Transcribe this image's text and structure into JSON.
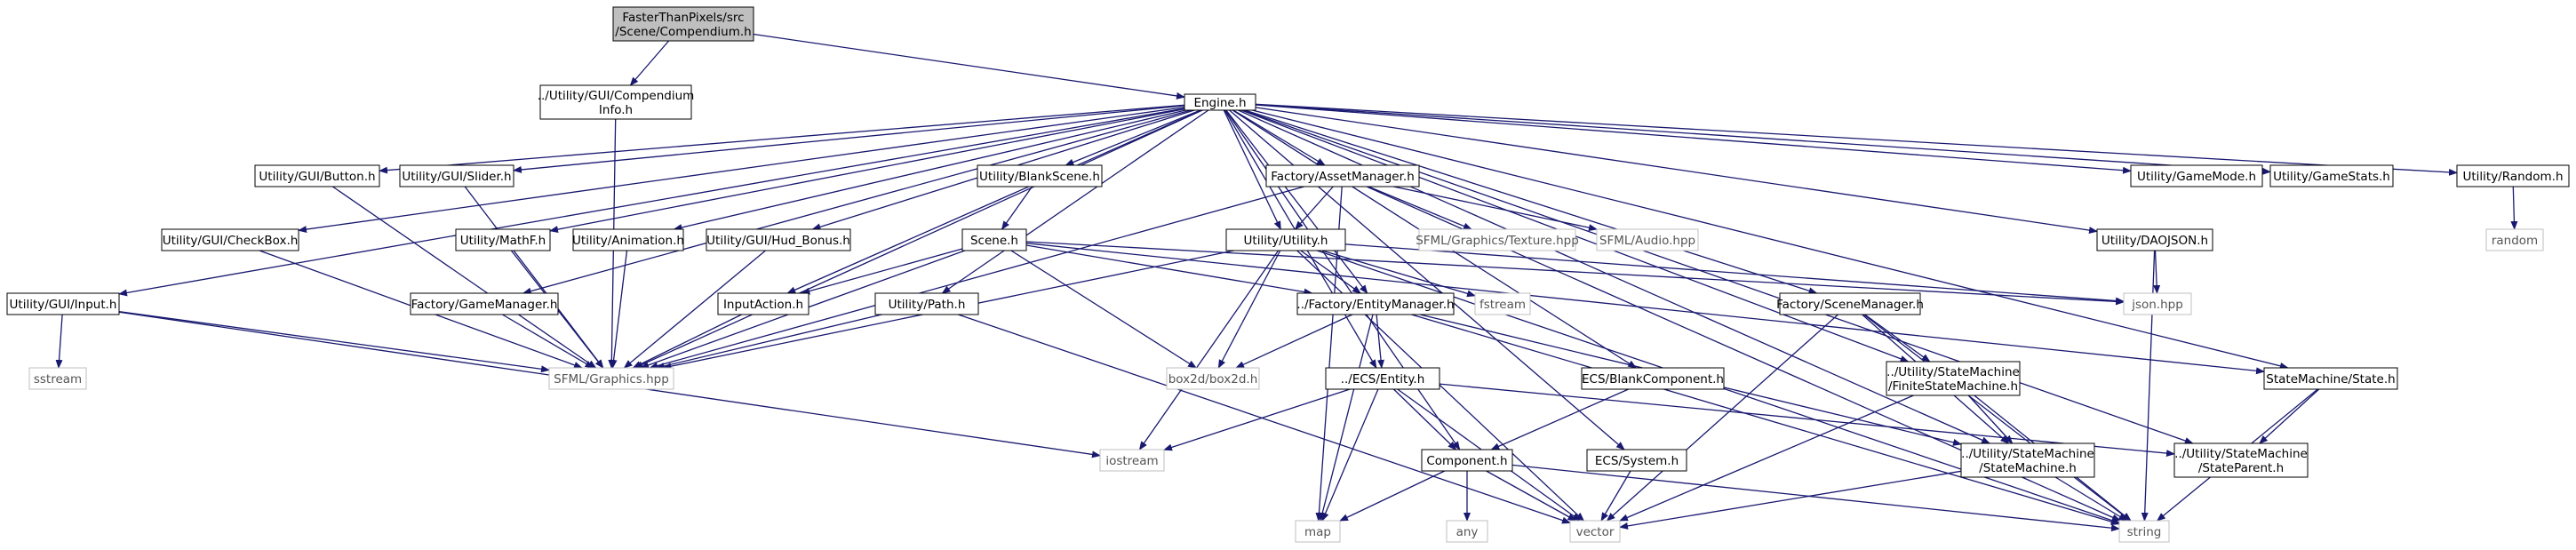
{
  "colors": {
    "edge": "#191970",
    "node_border": "#000000",
    "muted_border": "#bfbfbf",
    "root_fill": "#bfbfbf",
    "node_fill": "#ffffff"
  },
  "nodes": [
    {
      "id": "root",
      "lines": [
        "FasterThanPixels/src",
        "/Scene/Compendium.h"
      ],
      "kind": "root"
    },
    {
      "id": "compinfo",
      "lines": [
        "../Utility/GUI/Compendium",
        "Info.h"
      ],
      "kind": "normal"
    },
    {
      "id": "engine",
      "lines": [
        "Engine.h"
      ],
      "kind": "normal"
    },
    {
      "id": "button",
      "lines": [
        "Utility/GUI/Button.h"
      ],
      "kind": "normal"
    },
    {
      "id": "slider",
      "lines": [
        "Utility/GUI/Slider.h"
      ],
      "kind": "normal"
    },
    {
      "id": "blankscene",
      "lines": [
        "Utility/BlankScene.h"
      ],
      "kind": "normal"
    },
    {
      "id": "assetmgr",
      "lines": [
        "Factory/AssetManager.h"
      ],
      "kind": "normal"
    },
    {
      "id": "gamemode",
      "lines": [
        "Utility/GameMode.h"
      ],
      "kind": "normal"
    },
    {
      "id": "gamestats",
      "lines": [
        "Utility/GameStats.h"
      ],
      "kind": "normal"
    },
    {
      "id": "random",
      "lines": [
        "Utility/Random.h"
      ],
      "kind": "normal"
    },
    {
      "id": "checkbox",
      "lines": [
        "Utility/GUI/CheckBox.h"
      ],
      "kind": "normal"
    },
    {
      "id": "mathf",
      "lines": [
        "Utility/MathF.h"
      ],
      "kind": "normal"
    },
    {
      "id": "animation",
      "lines": [
        "Utility/Animation.h"
      ],
      "kind": "normal"
    },
    {
      "id": "hudbonus",
      "lines": [
        "Utility/GUI/Hud_Bonus.h"
      ],
      "kind": "normal"
    },
    {
      "id": "scene",
      "lines": [
        "Scene.h"
      ],
      "kind": "normal"
    },
    {
      "id": "utility",
      "lines": [
        "Utility/Utility.h"
      ],
      "kind": "normal"
    },
    {
      "id": "texture",
      "lines": [
        "SFML/Graphics/Texture.hpp"
      ],
      "kind": "muted"
    },
    {
      "id": "audio",
      "lines": [
        "SFML/Audio.hpp"
      ],
      "kind": "muted"
    },
    {
      "id": "daojson",
      "lines": [
        "Utility/DAOJSON.h"
      ],
      "kind": "normal"
    },
    {
      "id": "randomlib",
      "lines": [
        "random"
      ],
      "kind": "muted"
    },
    {
      "id": "input",
      "lines": [
        "Utility/GUI/Input.h"
      ],
      "kind": "normal"
    },
    {
      "id": "gamemgr",
      "lines": [
        "Factory/GameManager.h"
      ],
      "kind": "normal"
    },
    {
      "id": "inputaction",
      "lines": [
        "InputAction.h"
      ],
      "kind": "normal"
    },
    {
      "id": "path",
      "lines": [
        "Utility/Path.h"
      ],
      "kind": "normal"
    },
    {
      "id": "entitymgr",
      "lines": [
        "../Factory/EntityManager.h"
      ],
      "kind": "normal"
    },
    {
      "id": "fstream",
      "lines": [
        "fstream"
      ],
      "kind": "muted"
    },
    {
      "id": "json",
      "lines": [
        "json.hpp"
      ],
      "kind": "muted"
    },
    {
      "id": "scenemgr",
      "lines": [
        "Factory/SceneManager.h"
      ],
      "kind": "normal"
    },
    {
      "id": "sstream",
      "lines": [
        "sstream"
      ],
      "kind": "muted"
    },
    {
      "id": "sfmlgraphics",
      "lines": [
        "SFML/Graphics.hpp"
      ],
      "kind": "muted"
    },
    {
      "id": "box2d",
      "lines": [
        "box2d/box2d.h"
      ],
      "kind": "muted"
    },
    {
      "id": "ecsentity",
      "lines": [
        "../ECS/Entity.h"
      ],
      "kind": "normal"
    },
    {
      "id": "blankcomp",
      "lines": [
        "ECS/BlankComponent.h"
      ],
      "kind": "normal"
    },
    {
      "id": "fsm",
      "lines": [
        "../Utility/StateMachine",
        "/FiniteStateMachine.h"
      ],
      "kind": "normal"
    },
    {
      "id": "statemachine_state",
      "lines": [
        "StateMachine/State.h"
      ],
      "kind": "normal"
    },
    {
      "id": "iostream",
      "lines": [
        "iostream"
      ],
      "kind": "muted"
    },
    {
      "id": "component",
      "lines": [
        "Component.h"
      ],
      "kind": "normal"
    },
    {
      "id": "ecssystem",
      "lines": [
        "ECS/System.h"
      ],
      "kind": "normal"
    },
    {
      "id": "sm",
      "lines": [
        "../Utility/StateMachine",
        "/StateMachine.h"
      ],
      "kind": "normal"
    },
    {
      "id": "stateparent",
      "lines": [
        "../Utility/StateMachine",
        "/StateParent.h"
      ],
      "kind": "normal"
    },
    {
      "id": "map",
      "lines": [
        "map"
      ],
      "kind": "muted"
    },
    {
      "id": "any",
      "lines": [
        "any"
      ],
      "kind": "muted"
    },
    {
      "id": "vector",
      "lines": [
        "vector"
      ],
      "kind": "muted"
    },
    {
      "id": "string",
      "lines": [
        "string"
      ],
      "kind": "muted"
    }
  ],
  "edges": [
    [
      "root",
      "compinfo"
    ],
    [
      "root",
      "engine"
    ],
    [
      "compinfo",
      "sfmlgraphics"
    ],
    [
      "engine",
      "button"
    ],
    [
      "engine",
      "slider"
    ],
    [
      "engine",
      "blankscene"
    ],
    [
      "engine",
      "assetmgr"
    ],
    [
      "engine",
      "gamemode"
    ],
    [
      "engine",
      "gamestats"
    ],
    [
      "engine",
      "random"
    ],
    [
      "engine",
      "checkbox"
    ],
    [
      "engine",
      "mathf"
    ],
    [
      "engine",
      "animation"
    ],
    [
      "engine",
      "hudbonus"
    ],
    [
      "engine",
      "utility"
    ],
    [
      "engine",
      "daojson"
    ],
    [
      "engine",
      "input"
    ],
    [
      "engine",
      "gamemgr"
    ],
    [
      "engine",
      "inputaction"
    ],
    [
      "engine",
      "path"
    ],
    [
      "engine",
      "entitymgr"
    ],
    [
      "engine",
      "scenemgr"
    ],
    [
      "engine",
      "ecsentity"
    ],
    [
      "engine",
      "blankcomp"
    ],
    [
      "engine",
      "fsm"
    ],
    [
      "engine",
      "statemachine_state"
    ],
    [
      "engine",
      "component"
    ],
    [
      "engine",
      "ecssystem"
    ],
    [
      "engine",
      "sm"
    ],
    [
      "engine",
      "stateparent"
    ],
    [
      "engine",
      "sfmlgraphics"
    ],
    [
      "button",
      "sfmlgraphics"
    ],
    [
      "slider",
      "sfmlgraphics"
    ],
    [
      "checkbox",
      "sfmlgraphics"
    ],
    [
      "mathf",
      "sfmlgraphics"
    ],
    [
      "animation",
      "sfmlgraphics"
    ],
    [
      "hudbonus",
      "sfmlgraphics"
    ],
    [
      "gamemgr",
      "sfmlgraphics"
    ],
    [
      "inputaction",
      "sfmlgraphics"
    ],
    [
      "path",
      "sfmlgraphics"
    ],
    [
      "path",
      "vector"
    ],
    [
      "input",
      "sstream"
    ],
    [
      "input",
      "sfmlgraphics"
    ],
    [
      "input",
      "iostream"
    ],
    [
      "blankscene",
      "scene"
    ],
    [
      "scene",
      "inputaction"
    ],
    [
      "scene",
      "sfmlgraphics"
    ],
    [
      "scene",
      "entitymgr"
    ],
    [
      "scene",
      "box2d"
    ],
    [
      "scene",
      "json"
    ],
    [
      "scene",
      "statemachine_state"
    ],
    [
      "assetmgr",
      "utility"
    ],
    [
      "assetmgr",
      "texture"
    ],
    [
      "assetmgr",
      "audio"
    ],
    [
      "assetmgr",
      "sfmlgraphics"
    ],
    [
      "assetmgr",
      "map"
    ],
    [
      "assetmgr",
      "string"
    ],
    [
      "utility",
      "sfmlgraphics"
    ],
    [
      "utility",
      "entitymgr"
    ],
    [
      "utility",
      "fstream"
    ],
    [
      "utility",
      "box2d"
    ],
    [
      "utility",
      "iostream"
    ],
    [
      "utility",
      "json"
    ],
    [
      "utility",
      "vector"
    ],
    [
      "utility",
      "string"
    ],
    [
      "entitymgr",
      "box2d"
    ],
    [
      "entitymgr",
      "ecsentity"
    ],
    [
      "entitymgr",
      "map"
    ],
    [
      "entitymgr",
      "sm"
    ],
    [
      "entitymgr",
      "string"
    ],
    [
      "ecsentity",
      "iostream"
    ],
    [
      "ecsentity",
      "component"
    ],
    [
      "ecsentity",
      "map"
    ],
    [
      "ecsentity",
      "vector"
    ],
    [
      "ecsentity",
      "stateparent"
    ],
    [
      "blankcomp",
      "component"
    ],
    [
      "component",
      "map"
    ],
    [
      "component",
      "any"
    ],
    [
      "component",
      "vector"
    ],
    [
      "component",
      "string"
    ],
    [
      "ecssystem",
      "vector"
    ],
    [
      "daojson",
      "json"
    ],
    [
      "daojson",
      "string"
    ],
    [
      "random",
      "randomlib"
    ],
    [
      "scenemgr",
      "fsm"
    ],
    [
      "scenemgr",
      "sm"
    ],
    [
      "scenemgr",
      "vector"
    ],
    [
      "scenemgr",
      "string"
    ],
    [
      "fsm",
      "sm"
    ],
    [
      "fsm",
      "vector"
    ],
    [
      "fsm",
      "string"
    ],
    [
      "statemachine_state",
      "stateparent"
    ],
    [
      "statemachine_state",
      "string"
    ],
    [
      "sm",
      "vector"
    ],
    [
      "sm",
      "string"
    ]
  ]
}
